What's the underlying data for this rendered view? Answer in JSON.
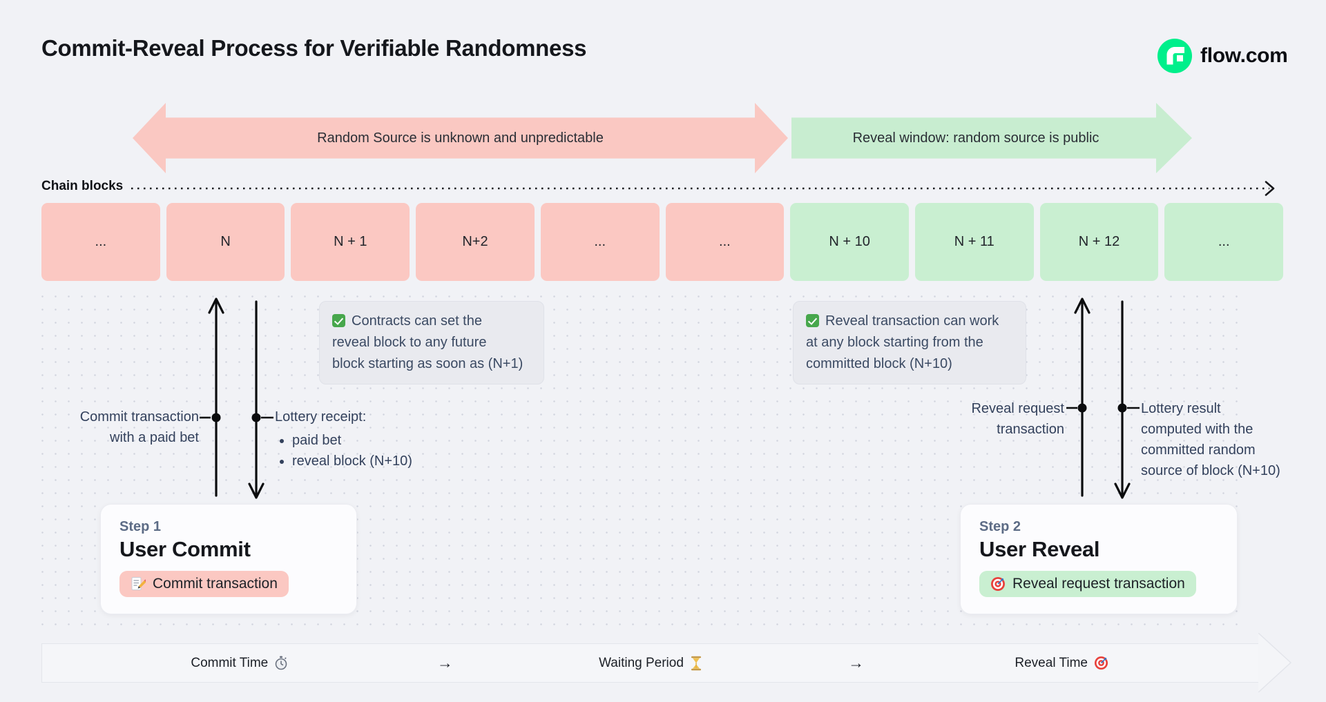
{
  "page": {
    "title": "Commit-Reveal Process for Verifiable Randomness",
    "background_color": "#F1F2F6"
  },
  "brand": {
    "name": "flow.com",
    "logo_color": "#00EF8B"
  },
  "banners": {
    "unpredictable": {
      "label": "Random Source is unknown and unpredictable",
      "color": "#FAC8C2"
    },
    "reveal_window": {
      "label": "Reveal window: random source is public",
      "color": "#C8EDD0"
    }
  },
  "chain": {
    "label": "Chain blocks",
    "commit_color": "#FBC8C2",
    "reveal_color": "#C9EFD1",
    "blocks": [
      {
        "label": "...",
        "phase": "commit"
      },
      {
        "label": "N",
        "phase": "commit"
      },
      {
        "label": "N + 1",
        "phase": "commit"
      },
      {
        "label": "N+2",
        "phase": "commit"
      },
      {
        "label": "...",
        "phase": "commit"
      },
      {
        "label": "...",
        "phase": "commit"
      },
      {
        "label": "N + 10",
        "phase": "reveal"
      },
      {
        "label": "N + 11",
        "phase": "reveal"
      },
      {
        "label": "N + 12",
        "phase": "reveal"
      },
      {
        "label": "...",
        "phase": "reveal"
      }
    ]
  },
  "notes": {
    "commit_note": {
      "icon": "check",
      "lines": [
        "Contracts can set the",
        "reveal block to any future",
        "block starting as soon as (N+1)"
      ]
    },
    "reveal_note": {
      "icon": "check",
      "lines": [
        "Reveal transaction can work",
        "at any block starting from the",
        "committed block (N+10)"
      ]
    }
  },
  "annotations": {
    "commit_tx": {
      "lines": [
        "Commit transaction",
        "with a paid bet"
      ]
    },
    "lottery_receipt": {
      "title": "Lottery receipt:",
      "items": [
        "paid bet",
        "reveal block (N+10)"
      ]
    },
    "reveal_request": {
      "lines": [
        "Reveal request",
        "transaction"
      ]
    },
    "lottery_result": {
      "lines": [
        "Lottery result",
        "computed with the",
        "committed random",
        "source of block (N+10)"
      ]
    }
  },
  "steps": {
    "commit": {
      "eyebrow": "Step 1",
      "title": "User Commit",
      "pill": "Commit transaction",
      "pill_icon": "memo",
      "pill_color": "#FBC8C2"
    },
    "reveal": {
      "eyebrow": "Step 2",
      "title": "User Reveal",
      "pill": "Reveal request transaction",
      "pill_icon": "target",
      "pill_color": "#C9EFD1"
    }
  },
  "timeline": {
    "commit_label": "Commit Time",
    "waiting_label": "Waiting Period",
    "reveal_label": "Reveal Time",
    "arrow": "→",
    "icons": [
      "stopwatch",
      "hourglass",
      "target"
    ]
  },
  "icons": {
    "check": "✅",
    "memo": "📝",
    "target": "🎯",
    "stopwatch": "⏱",
    "hourglass": "⏳",
    "chain_arrow": "→"
  }
}
